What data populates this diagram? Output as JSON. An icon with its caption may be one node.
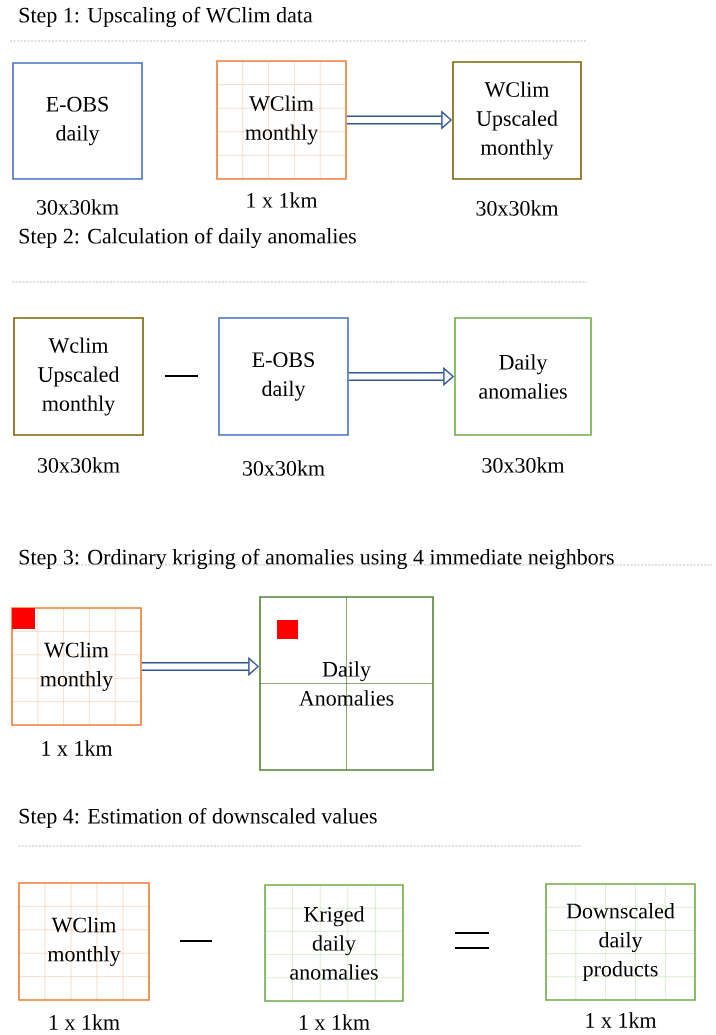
{
  "diagram": {
    "nodes": [
      {
        "text": [
          "E-OBS daily"
        ],
        "beside": [
          "30x30km"
        ]
      },
      {
        "text": [
          "WClim monthly"
        ],
        "beside": [
          "1 x 1km"
        ]
      },
      {
        "text": [
          "WClim Upscaled monthly"
        ],
        "beside": [
          "30x30km"
        ]
      },
      {
        "text": [
          "Wclim Upscaled monthly"
        ],
        "beside": [
          "30x30km"
        ]
      },
      {
        "text": [
          "E-OBS daily"
        ],
        "beside": [
          "30x30km"
        ]
      },
      {
        "text": [
          "Daily anomalies"
        ],
        "beside": [
          "30x30km"
        ]
      },
      {
        "text": [
          "WClim monthly"
        ],
        "beside": [
          "1 x 1km"
        ]
      },
      {
        "text": [
          "Daily Anomalies"
        ]
      },
      {
        "text": [
          "WClim monthly"
        ],
        "beside": [
          "1 x 1km"
        ]
      },
      {
        "text": [
          "Kriged daily anomalies"
        ],
        "beside": [
          "1 x 1km"
        ]
      },
      {
        "text": [
          "Downscaled daily products"
        ],
        "beside": [
          "1 x 1km"
        ]
      }
    ],
    "edges": [
      {
        "from": 1,
        "to": 2,
        "arrow": "to"
      },
      {
        "from": 4,
        "to": 5,
        "arrow": "to"
      },
      {
        "from": 6,
        "to": 7,
        "arrow": "to"
      }
    ],
    "labels": [
      "Step 1: Upscaling of WClim data",
      "Step 2: Calculation of daily anomalies",
      "Step 3: Ordinary kriging of anomalies using 4 immediate neighbors",
      "Step 4: Estimation of downscaled values"
    ]
  }
}
